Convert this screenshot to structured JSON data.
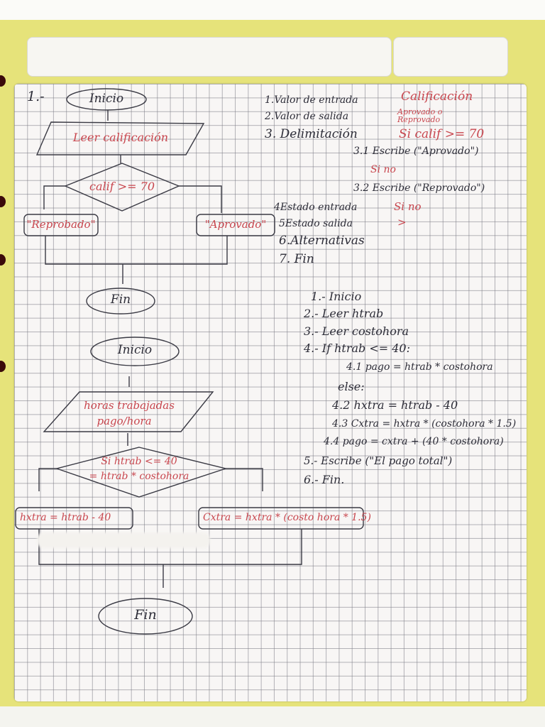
{
  "page": {
    "number": "1.-"
  },
  "flowchart1": {
    "start": "Inicio",
    "input": "Leer calificación",
    "decision": "calif >= 70",
    "false_out": "\"Reprobado\"",
    "true_out": "\"Aprovado\"",
    "end": "Fin"
  },
  "analysis1": {
    "lines": [
      {
        "label": "1.Valor de entrada",
        "value": "Calificación"
      },
      {
        "label": "2.Valor de salida",
        "value": "Aprovado o Reprovado"
      },
      {
        "label": "3. Delimitación",
        "value": "Si calif >= 70"
      },
      {
        "label": "3.1 Escribe (\"Aprovado\")",
        "value": ""
      },
      {
        "label": "",
        "value": "Si no"
      },
      {
        "label": "3.2 Escribe (\"Reprovado\")",
        "value": ""
      },
      {
        "label": "4Estado entrada",
        "value": "Si no"
      },
      {
        "label": "5Estado salida",
        "value": ">"
      },
      {
        "label": "6.Alternativas",
        "value": ""
      },
      {
        "label": "7. Fin",
        "value": ""
      }
    ]
  },
  "algorithm2": {
    "steps": [
      "1.- Inicio",
      "2.- Leer htrab",
      "3.- Leer costohora",
      "4.- If htrab <= 40:",
      "4.1 pago = htrab * costohora",
      "else:",
      "4.2 hxtra = htrab - 40",
      "4.3 Cxtra = hxtra * (costohora * 1.5)",
      "4.4 pago = cxtra + (40 * costohora)",
      "5.- Escribe (\"El pago total\")",
      "6.- Fin."
    ]
  },
  "flowchart2": {
    "start": "Inicio",
    "input_line1": "horas trabajadas",
    "input_line2": "pago/hora",
    "decision_line1": "Si htrab <= 40",
    "decision_line2": "= htrab * costohora",
    "left_box": "hxtra = htrab - 40",
    "right_box": "Cxtra = hxtra * (costo hora * 1.5)",
    "end": "Fin"
  },
  "colors": {
    "folder": "#e6e37a",
    "paper": "#f8f6f5",
    "ink_black": "#2d2d38",
    "ink_red": "#c8464e"
  }
}
